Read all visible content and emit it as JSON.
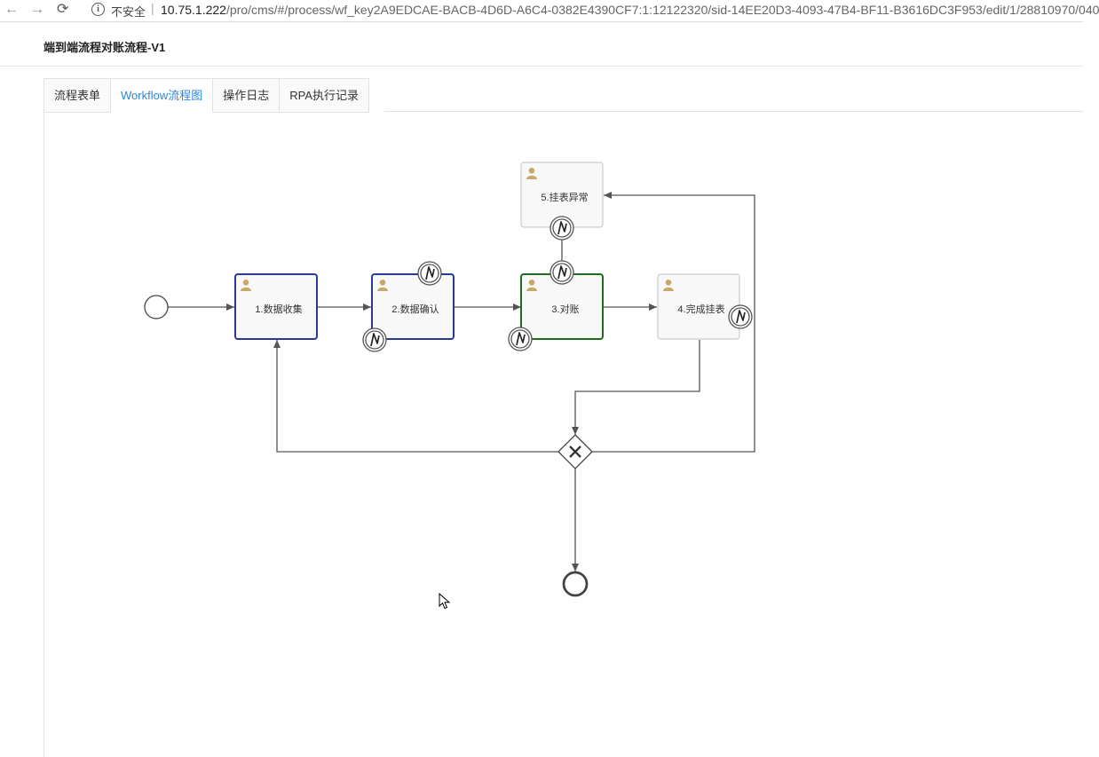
{
  "browser": {
    "back_icon": "arrow-left-icon",
    "forward_icon": "arrow-right-icon",
    "reload_icon": "reload-icon",
    "info_icon": "info-icon",
    "security_label": "不安全",
    "separator": "|",
    "url_host": "10.75.1.222",
    "url_path": "/pro/cms/#/process/wf_key2A9EDCAE-BACB-4D6D-A6C4-0382E4390CF7:1:12122320/sid-14EE20D3-4093-47B4-BF11-B3616DC3F953/edit/1/28810970/040"
  },
  "page": {
    "title": "端到端流程对账流程-V1"
  },
  "tabs": [
    {
      "label": "流程表单",
      "active": false
    },
    {
      "label": "Workflow流程图",
      "active": true
    },
    {
      "label": "操作日志",
      "active": false
    },
    {
      "label": "RPA执行记录",
      "active": false
    }
  ],
  "workflow": {
    "tasks": [
      {
        "id": "t1",
        "label": "1.数据收集",
        "state": "visited",
        "icon": "user-icon"
      },
      {
        "id": "t2",
        "label": "2.数据确认",
        "state": "visited",
        "icon": "user-icon"
      },
      {
        "id": "t3",
        "label": "3.对账",
        "state": "current",
        "icon": "user-icon"
      },
      {
        "id": "t4",
        "label": "4.完成挂表",
        "state": "pending",
        "icon": "user-icon"
      },
      {
        "id": "t5",
        "label": "5.挂表异常",
        "state": "pending",
        "icon": "user-icon"
      }
    ],
    "boundary_event_icon": "timer-event-icon",
    "gateway": {
      "type": "exclusive",
      "icon": "x-icon"
    },
    "colors": {
      "visited": "#2b3990",
      "current": "#1f6b1f",
      "pending": "#cccccc",
      "flow": "#555555",
      "user_icon": "#c9a86a"
    }
  }
}
